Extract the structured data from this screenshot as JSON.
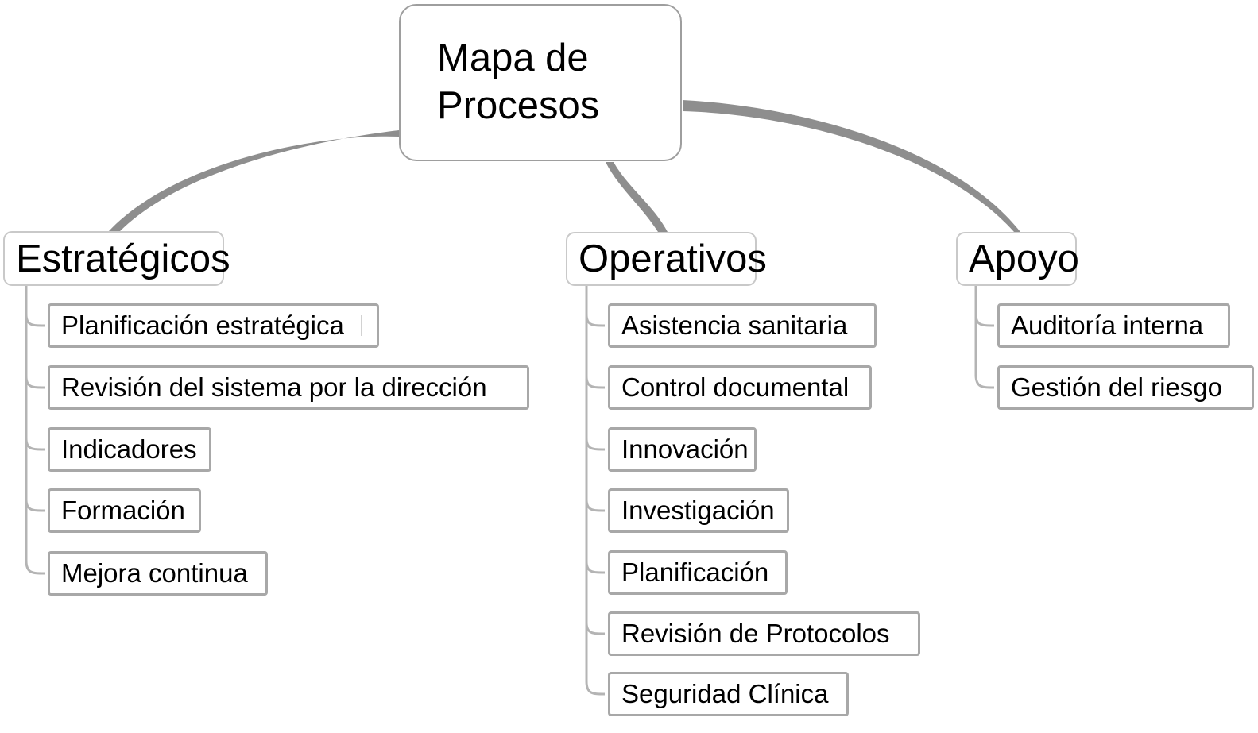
{
  "diagram": {
    "title": "Mapa de Procesos",
    "type": "process-map-tree",
    "root": {
      "line1": "Mapa de",
      "line2": "Procesos"
    },
    "branches": [
      {
        "id": "estrategicos",
        "label": "Estratégicos",
        "items": [
          "Planificación estratégica",
          "Revisión del sistema por la dirección",
          "Indicadores",
          "Formación",
          "Mejora continua"
        ]
      },
      {
        "id": "operativos",
        "label": "Operativos",
        "items": [
          "Asistencia sanitaria",
          "Control documental",
          "Innovación",
          "Investigación",
          "Planificación",
          "Revisión de Protocolos",
          "Seguridad Clínica"
        ]
      },
      {
        "id": "apoyo",
        "label": "Apoyo",
        "items": [
          "Auditoría interna",
          "Gestión del riesgo"
        ]
      }
    ],
    "colors": {
      "background": "#ffffff",
      "root_border": "#9e9e9e",
      "category_border": "#c9c9c9",
      "leaf_border": "#a8a8a8",
      "connector": "#9a9a9a",
      "text": "#000000"
    }
  }
}
